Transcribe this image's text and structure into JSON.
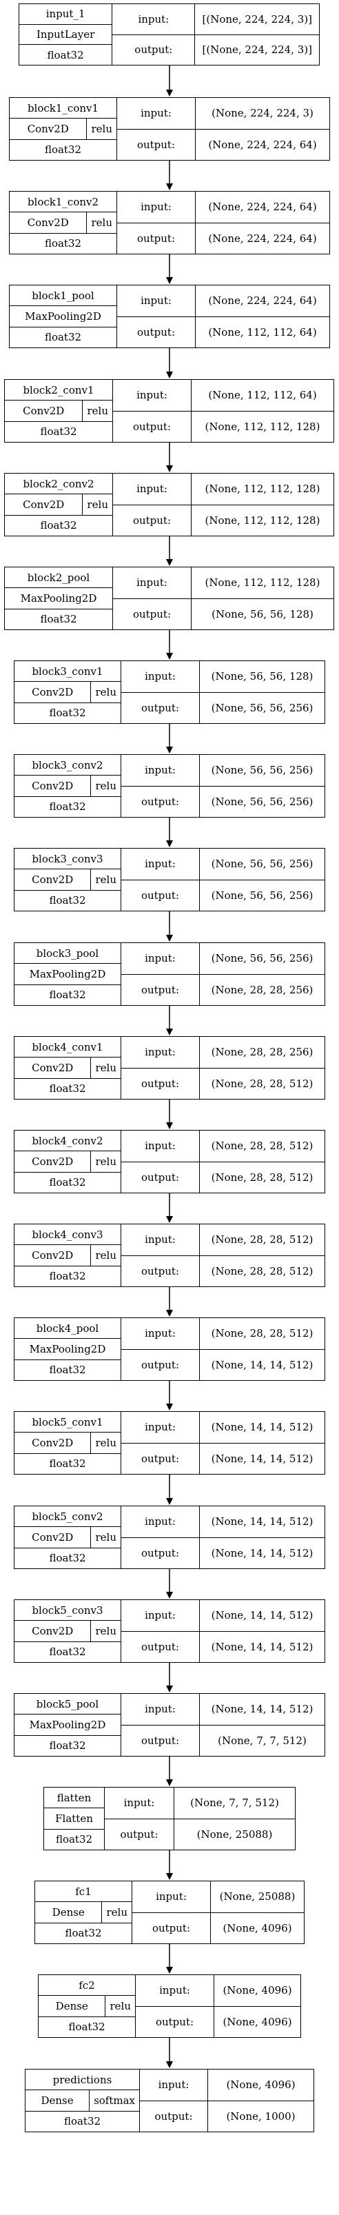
{
  "labels": {
    "input": "input:",
    "output": "output:"
  },
  "layers": [
    {
      "name": "input_1",
      "type": "InputLayer",
      "activation": "",
      "dtype": "float32",
      "input": "[(None, 224, 224, 3)]",
      "output": "[(None, 224, 224, 3)]"
    },
    {
      "name": "block1_conv1",
      "type": "Conv2D",
      "activation": "relu",
      "dtype": "float32",
      "input": "(None, 224, 224, 3)",
      "output": "(None, 224, 224, 64)"
    },
    {
      "name": "block1_conv2",
      "type": "Conv2D",
      "activation": "relu",
      "dtype": "float32",
      "input": "(None, 224, 224, 64)",
      "output": "(None, 224, 224, 64)"
    },
    {
      "name": "block1_pool",
      "type": "MaxPooling2D",
      "activation": "",
      "dtype": "float32",
      "input": "(None, 224, 224, 64)",
      "output": "(None, 112, 112, 64)"
    },
    {
      "name": "block2_conv1",
      "type": "Conv2D",
      "activation": "relu",
      "dtype": "float32",
      "input": "(None, 112, 112, 64)",
      "output": "(None, 112, 112, 128)"
    },
    {
      "name": "block2_conv2",
      "type": "Conv2D",
      "activation": "relu",
      "dtype": "float32",
      "input": "(None, 112, 112, 128)",
      "output": "(None, 112, 112, 128)"
    },
    {
      "name": "block2_pool",
      "type": "MaxPooling2D",
      "activation": "",
      "dtype": "float32",
      "input": "(None, 112, 112, 128)",
      "output": "(None, 56, 56, 128)"
    },
    {
      "name": "block3_conv1",
      "type": "Conv2D",
      "activation": "relu",
      "dtype": "float32",
      "input": "(None, 56, 56, 128)",
      "output": "(None, 56, 56, 256)"
    },
    {
      "name": "block3_conv2",
      "type": "Conv2D",
      "activation": "relu",
      "dtype": "float32",
      "input": "(None, 56, 56, 256)",
      "output": "(None, 56, 56, 256)"
    },
    {
      "name": "block3_conv3",
      "type": "Conv2D",
      "activation": "relu",
      "dtype": "float32",
      "input": "(None, 56, 56, 256)",
      "output": "(None, 56, 56, 256)"
    },
    {
      "name": "block3_pool",
      "type": "MaxPooling2D",
      "activation": "",
      "dtype": "float32",
      "input": "(None, 56, 56, 256)",
      "output": "(None, 28, 28, 256)"
    },
    {
      "name": "block4_conv1",
      "type": "Conv2D",
      "activation": "relu",
      "dtype": "float32",
      "input": "(None, 28, 28, 256)",
      "output": "(None, 28, 28, 512)"
    },
    {
      "name": "block4_conv2",
      "type": "Conv2D",
      "activation": "relu",
      "dtype": "float32",
      "input": "(None, 28, 28, 512)",
      "output": "(None, 28, 28, 512)"
    },
    {
      "name": "block4_conv3",
      "type": "Conv2D",
      "activation": "relu",
      "dtype": "float32",
      "input": "(None, 28, 28, 512)",
      "output": "(None, 28, 28, 512)"
    },
    {
      "name": "block4_pool",
      "type": "MaxPooling2D",
      "activation": "",
      "dtype": "float32",
      "input": "(None, 28, 28, 512)",
      "output": "(None, 14, 14, 512)"
    },
    {
      "name": "block5_conv1",
      "type": "Conv2D",
      "activation": "relu",
      "dtype": "float32",
      "input": "(None, 14, 14, 512)",
      "output": "(None, 14, 14, 512)"
    },
    {
      "name": "block5_conv2",
      "type": "Conv2D",
      "activation": "relu",
      "dtype": "float32",
      "input": "(None, 14, 14, 512)",
      "output": "(None, 14, 14, 512)"
    },
    {
      "name": "block5_conv3",
      "type": "Conv2D",
      "activation": "relu",
      "dtype": "float32",
      "input": "(None, 14, 14, 512)",
      "output": "(None, 14, 14, 512)"
    },
    {
      "name": "block5_pool",
      "type": "MaxPooling2D",
      "activation": "",
      "dtype": "float32",
      "input": "(None, 14, 14, 512)",
      "output": "(None, 7, 7, 512)"
    },
    {
      "name": "flatten",
      "type": "Flatten",
      "activation": "",
      "dtype": "float32",
      "input": "(None, 7, 7, 512)",
      "output": "(None, 25088)"
    },
    {
      "name": "fc1",
      "type": "Dense",
      "activation": "relu",
      "dtype": "float32",
      "input": "(None, 25088)",
      "output": "(None, 4096)"
    },
    {
      "name": "fc2",
      "type": "Dense",
      "activation": "relu",
      "dtype": "float32",
      "input": "(None, 4096)",
      "output": "(None, 4096)"
    },
    {
      "name": "predictions",
      "type": "Dense",
      "activation": "softmax",
      "dtype": "float32",
      "input": "(None, 4096)",
      "output": "(None, 1000)"
    }
  ]
}
